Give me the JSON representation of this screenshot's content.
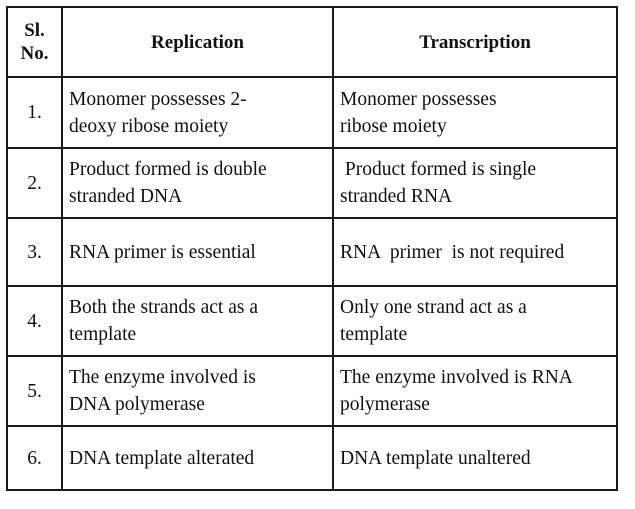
{
  "table": {
    "headers": [
      "Sl.\nNo.",
      "Replication",
      "Transcription"
    ],
    "rows": [
      {
        "num": "1.",
        "replication": "Monomer possesses 2-\ndeoxy ribose moiety",
        "transcription": "Monomer possesses\nribose moiety"
      },
      {
        "num": "2.",
        "replication": "Product formed is double\nstranded DNA",
        "transcription": " Product formed is single\nstranded RNA"
      },
      {
        "num": "3.",
        "replication": "RNA primer is essential",
        "transcription": "RNA  primer  is not required"
      },
      {
        "num": "4.",
        "replication": "Both the strands act as a\ntemplate",
        "transcription": "Only one strand act as a\ntemplate"
      },
      {
        "num": "5.",
        "replication": "The enzyme involved is\nDNA polymerase",
        "transcription": "The enzyme involved is RNA\npolymerase"
      },
      {
        "num": "6.",
        "replication": "DNA template alterated",
        "transcription": "DNA template unaltered"
      }
    ]
  }
}
